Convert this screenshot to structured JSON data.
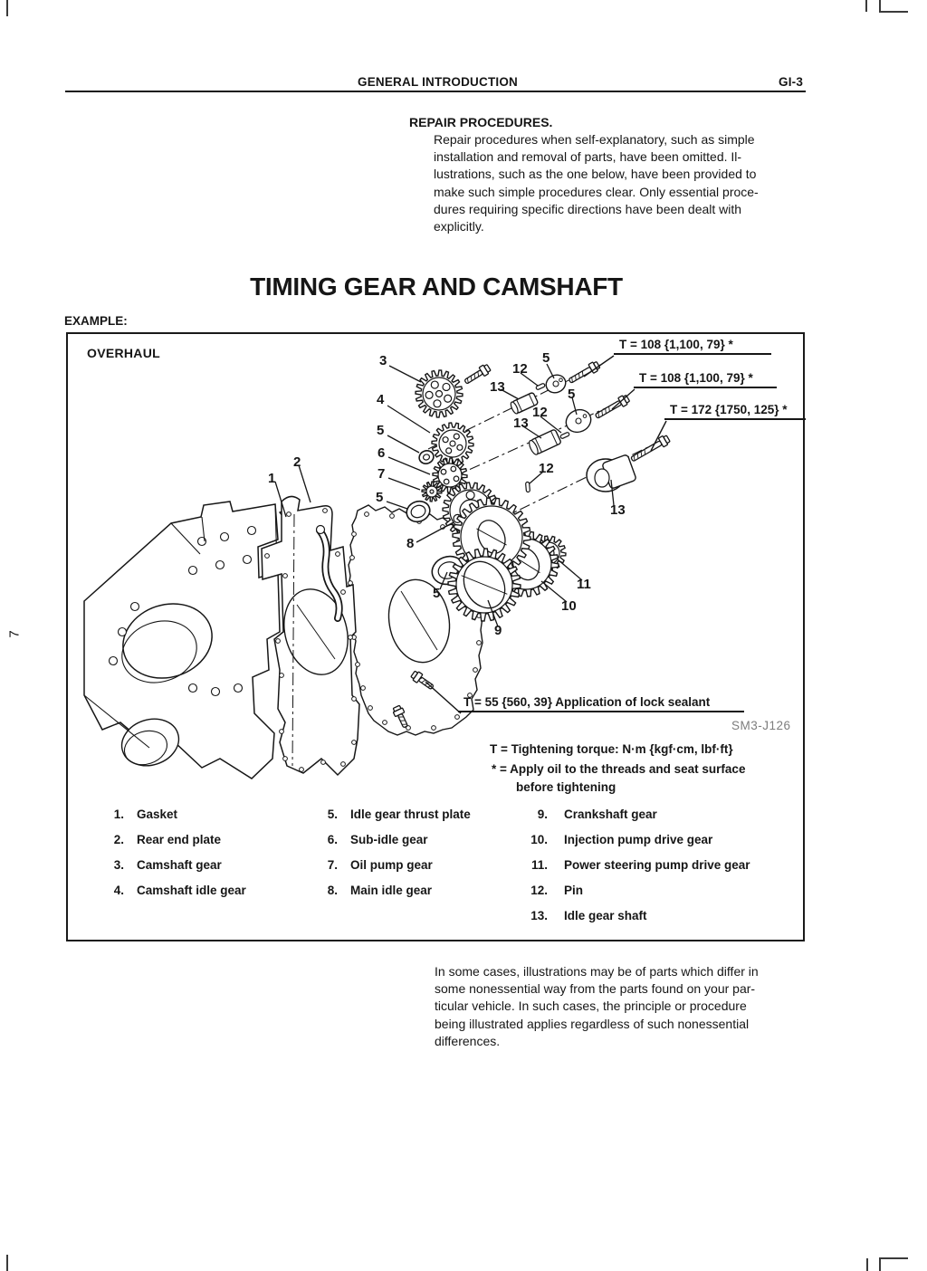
{
  "header": {
    "section": "GENERAL INTRODUCTION",
    "page_code": "GI-3"
  },
  "repair": {
    "heading": "REPAIR PROCEDURES.",
    "body_lines": [
      "Repair procedures when self-explanatory, such as simple",
      "installation and removal of parts, have been omitted. Il-",
      "lustrations, such as the one below, have been provided to",
      "make such simple procedures clear. Only essential proce-",
      "dures requiring specific directions have been dealt with",
      "explicitly."
    ]
  },
  "section_title": "TIMING GEAR AND CAMSHAFT",
  "example_label": "EXAMPLE:",
  "figure": {
    "label": "OVERHAUL",
    "figure_code": "SM3-J126",
    "torque_notes": [
      {
        "text": "T = 108 {1,100, 79} *"
      },
      {
        "text": "T = 108 {1,100, 79} *"
      },
      {
        "text": "T = 172 {1750, 125} *"
      },
      {
        "text": "T = 55 {560, 39} Application of lock sealant"
      }
    ],
    "legend_lines": [
      "T = Tightening torque: N·m {kgf·cm, lbf·ft}",
      "* = Apply oil to the threads and seat surface",
      "before tightening"
    ],
    "callouts": [
      "3",
      "4",
      "5",
      "6",
      "7",
      "5",
      "2",
      "1",
      "8",
      "5",
      "9",
      "10",
      "11",
      "12",
      "13",
      "5",
      "12",
      "13",
      "5",
      "12",
      "13"
    ],
    "parts": [
      {
        "num": "1.",
        "label": "Gasket"
      },
      {
        "num": "2.",
        "label": "Rear end plate"
      },
      {
        "num": "3.",
        "label": "Camshaft gear"
      },
      {
        "num": "4.",
        "label": "Camshaft idle gear"
      },
      {
        "num": "5.",
        "label": "Idle gear thrust plate"
      },
      {
        "num": "6.",
        "label": "Sub-idle gear"
      },
      {
        "num": "7.",
        "label": "Oil pump gear"
      },
      {
        "num": "8.",
        "label": "Main idle gear"
      },
      {
        "num": "9.",
        "label": "Crankshaft gear"
      },
      {
        "num": "10.",
        "label": "Injection pump drive gear"
      },
      {
        "num": "11.",
        "label": "Power steering pump drive gear"
      },
      {
        "num": "12.",
        "label": "Pin"
      },
      {
        "num": "13.",
        "label": "Idle gear shaft"
      }
    ]
  },
  "note_lines": [
    "In some cases, illustrations may be of parts which differ in",
    "some nonessential way from the parts found on your par-",
    "ticular vehicle. In such cases, the principle or procedure",
    "being illustrated applies regardless of such nonessential",
    "differences."
  ],
  "margin_page_number": "7"
}
